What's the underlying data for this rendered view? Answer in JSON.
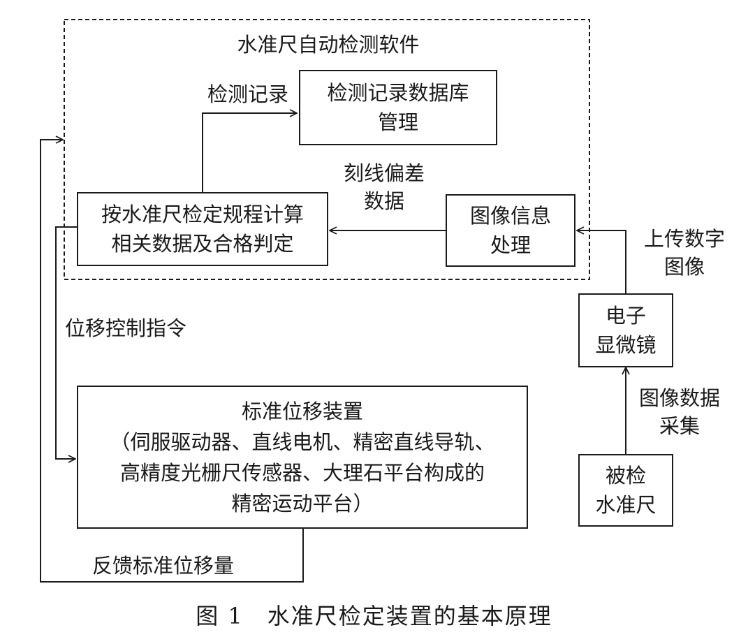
{
  "software": {
    "title": "水准尺自动检测软件"
  },
  "nodes": {
    "db": [
      "检测记录数据库",
      "管理"
    ],
    "calc": [
      "按水准尺检定规程计算",
      "相关数据及合格判定"
    ],
    "image": [
      "图像信息",
      "处理"
    ],
    "microscope": [
      "电子",
      "显微镜"
    ],
    "staff": [
      "被检",
      "水准尺"
    ],
    "displacement": [
      "标准位移装置",
      "（伺服驱动器、直线电机、精密直线导轨、",
      "高精度光栅尺传感器、大理石平台构成的",
      "精密运动平台）"
    ]
  },
  "edges": {
    "record": "检测记录",
    "deviation": [
      "刻线偏差",
      "数据"
    ],
    "upload": [
      "上传数字",
      "图像"
    ],
    "acquire": [
      "图像数据",
      "采集"
    ],
    "command": "位移控制指令",
    "feedback": "反馈标准位移量"
  },
  "caption": "图 1　水准尺检定装置的基本原理"
}
